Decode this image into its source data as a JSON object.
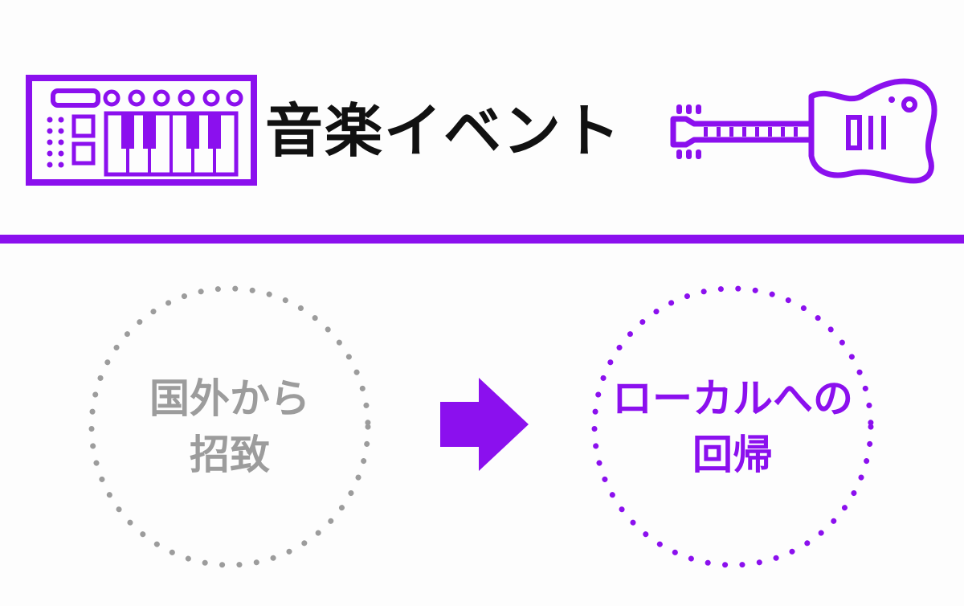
{
  "colors": {
    "accent": "#8b10ee",
    "muted": "#9c9c9c",
    "title": "#111111",
    "background": "#fdfdfd"
  },
  "header": {
    "title": "音楽イベント",
    "left_icon": "synthesizer-keyboard-icon",
    "right_icon": "electric-guitar-icon"
  },
  "flow": {
    "from": {
      "line1": "国外から",
      "line2": "招致"
    },
    "arrow_icon": "right-arrow-icon",
    "to": {
      "line1": "ローカルへの",
      "line2": "回帰"
    }
  }
}
